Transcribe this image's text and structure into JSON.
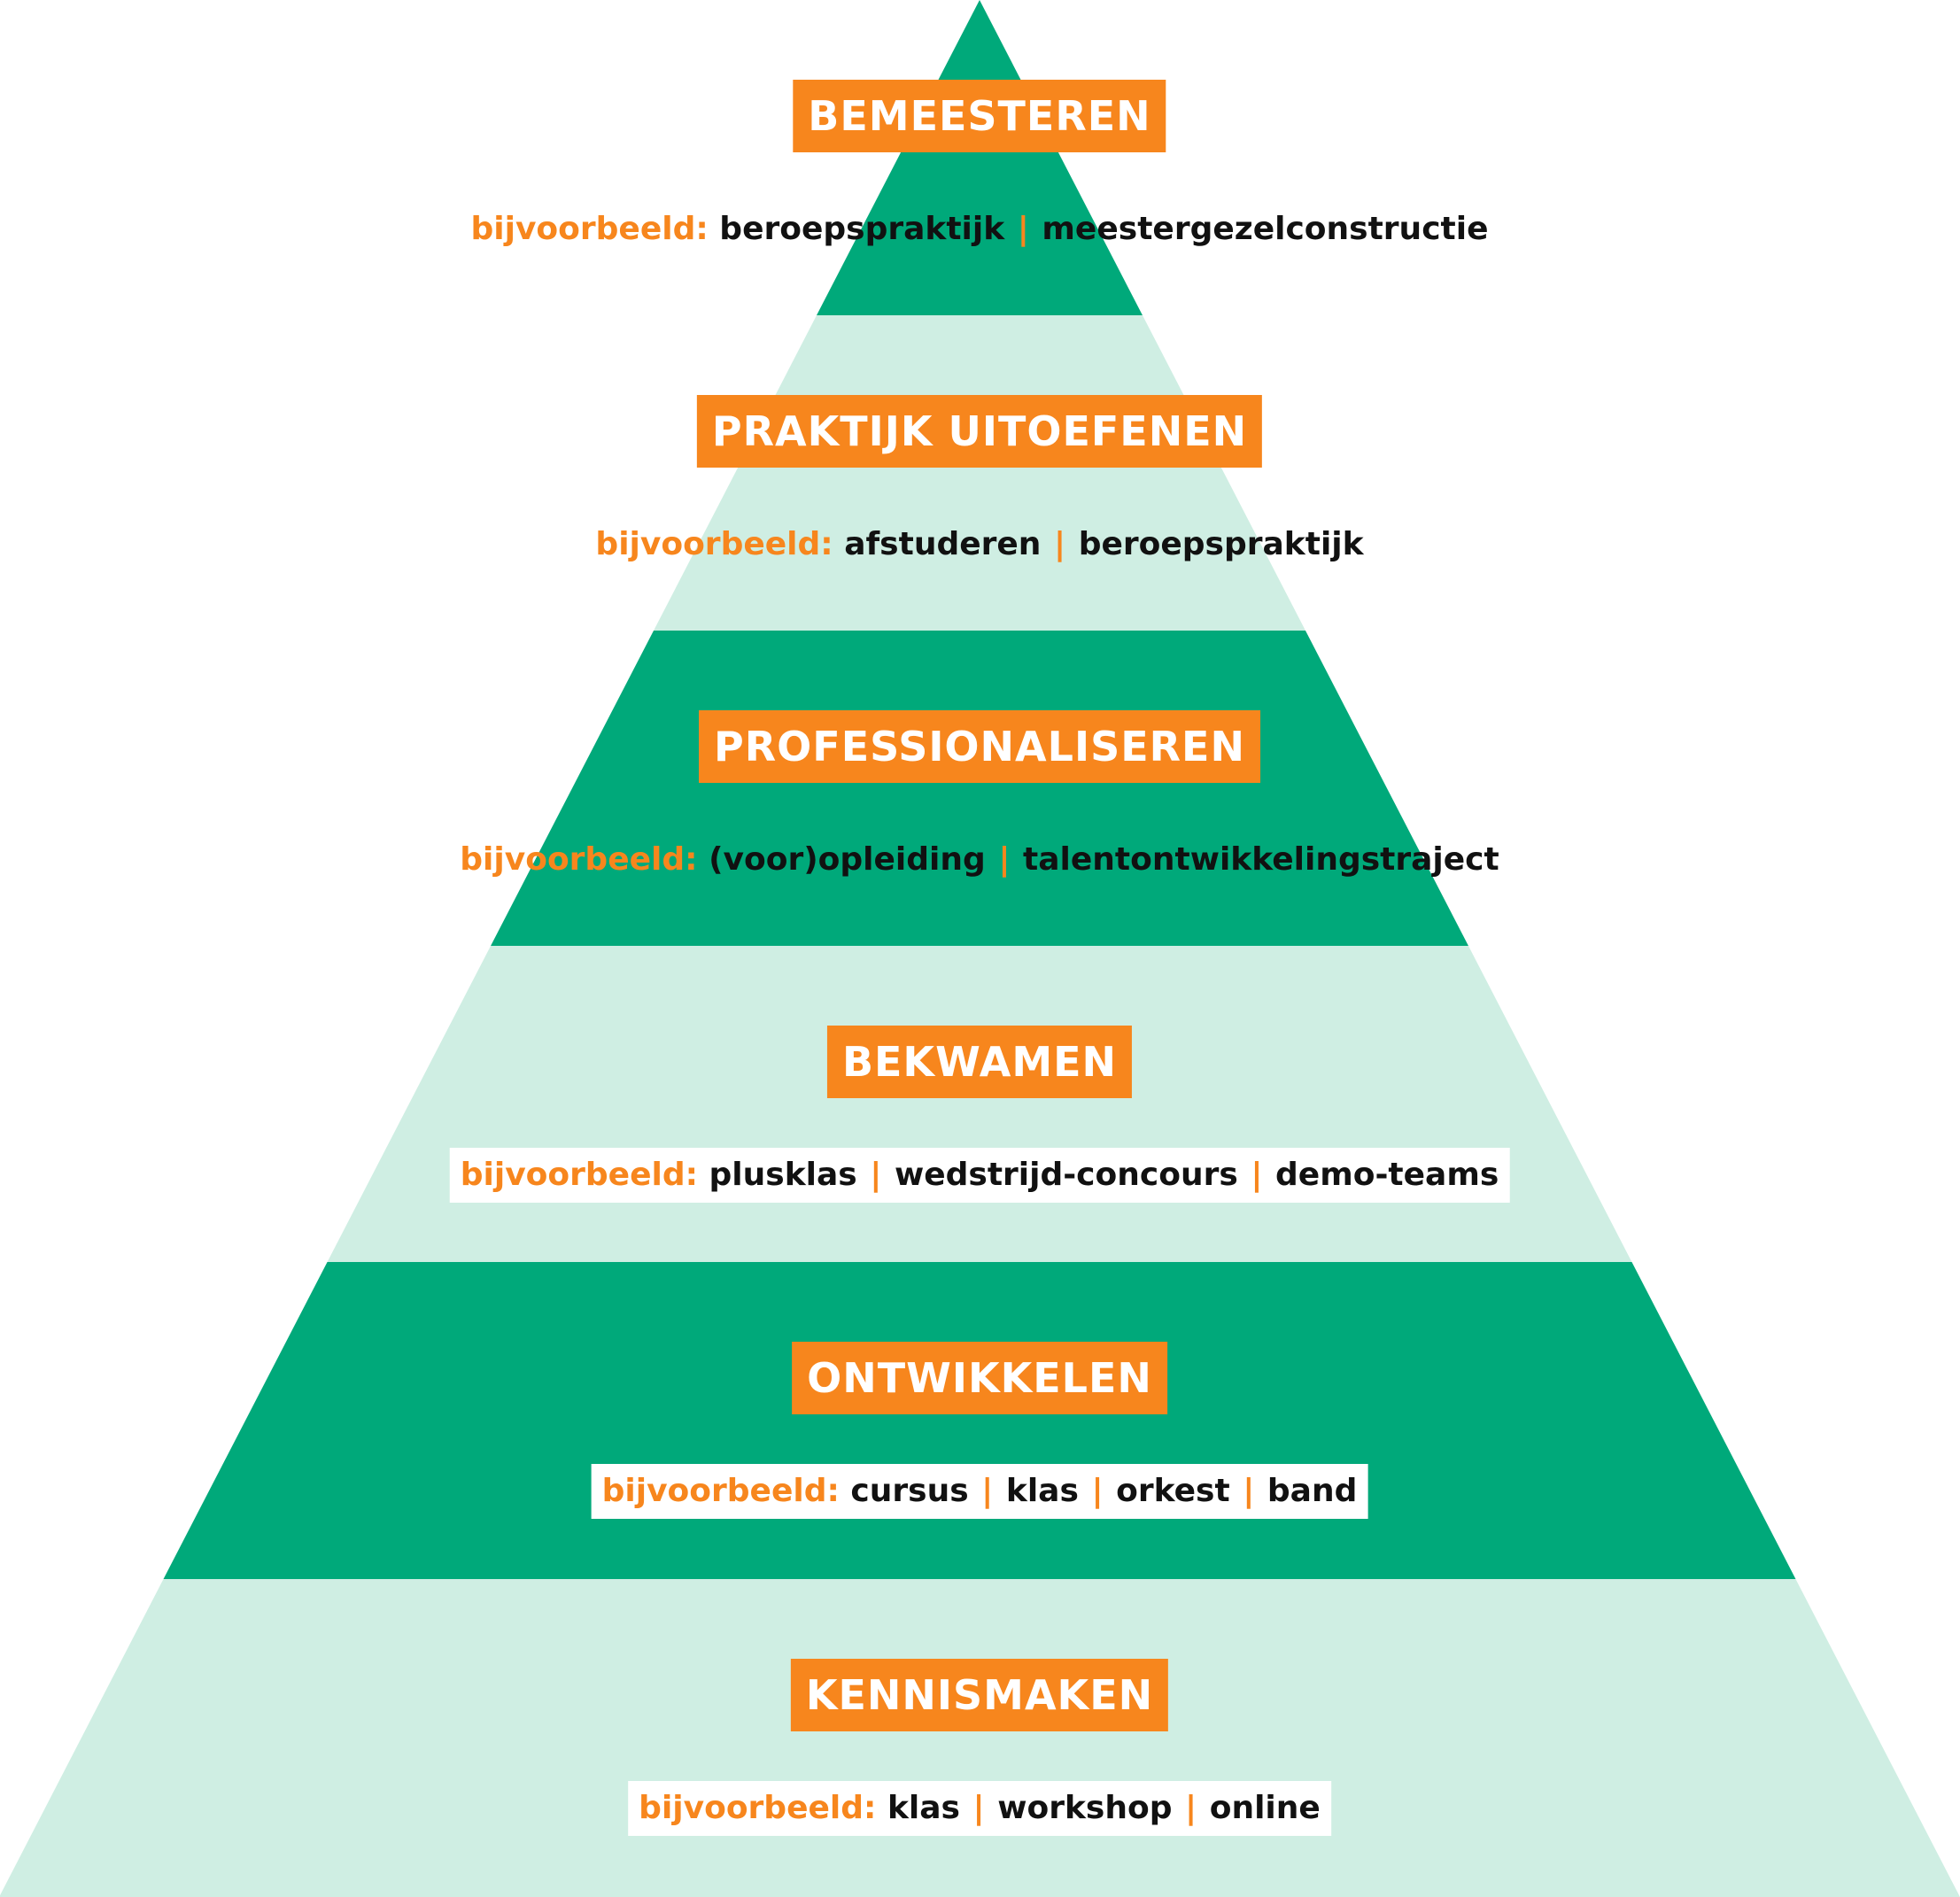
{
  "colors": {
    "dark_green": "#00a97a",
    "light_green": "#cfeee3",
    "orange": "#f7861d",
    "text_dark": "#111111",
    "white": "#ffffff"
  },
  "prefix": "bijvoorbeeld:",
  "separator": "|",
  "tiers": [
    {
      "title": "BEMEESTEREN",
      "examples": [
        "beroepspraktijk",
        "meestergezelconstructie"
      ],
      "fill": "dark_green",
      "boxed": false
    },
    {
      "title": "PRAKTIJK UITOEFENEN",
      "examples": [
        "afstuderen",
        "beroepspraktijk"
      ],
      "fill": "light_green",
      "boxed": false
    },
    {
      "title": "PROFESSIONALISEREN",
      "examples": [
        "(voor)opleiding",
        "talentontwikkelingstraject"
      ],
      "fill": "dark_green",
      "boxed": false
    },
    {
      "title": "BEKWAMEN",
      "examples": [
        "plusklas",
        "wedstrijd-concours",
        "demo-teams"
      ],
      "fill": "light_green",
      "boxed": true
    },
    {
      "title": "ONTWIKKELEN",
      "examples": [
        "cursus",
        "klas",
        "orkest",
        "band"
      ],
      "fill": "dark_green",
      "boxed": true
    },
    {
      "title": "KENNISMAKEN",
      "examples": [
        "klas",
        "workshop",
        "online"
      ],
      "fill": "light_green",
      "boxed": true
    }
  ]
}
